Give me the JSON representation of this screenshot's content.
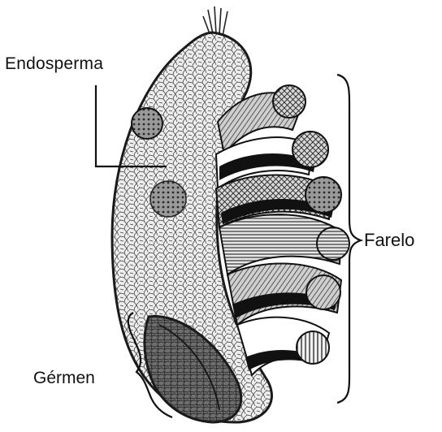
{
  "labels": {
    "endosperm": "Endosperma",
    "bran": "Farelo",
    "germ": "Gérmen"
  },
  "colors": {
    "ink": "#111111",
    "background": "#ffffff",
    "texture_mid": "#8a8a8a",
    "texture_dark": "#2b2b2b"
  }
}
